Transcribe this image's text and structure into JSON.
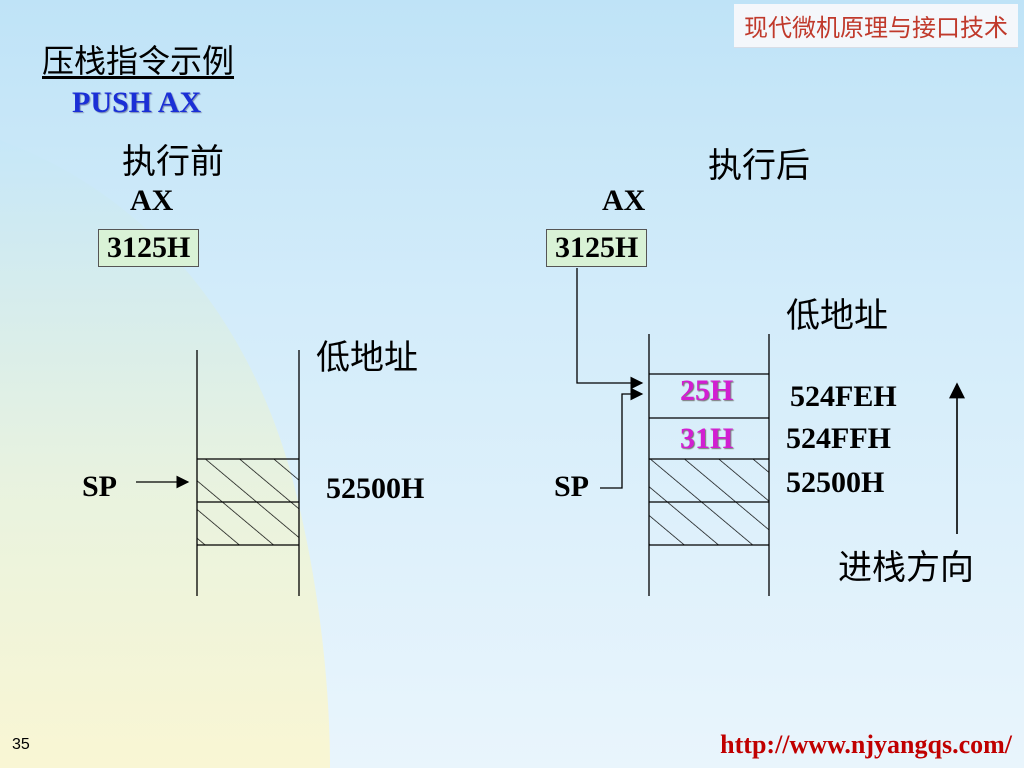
{
  "header": {
    "course_title": "现代微机原理与接口技术"
  },
  "slide": {
    "title": "压栈指令示例",
    "instruction": "PUSH  AX"
  },
  "before": {
    "label": "执行前",
    "register_name": "AX",
    "register_value": "3125H",
    "low_address_label": "低地址",
    "sp_label": "SP",
    "sp_address": "52500H"
  },
  "after": {
    "label": "执行后",
    "register_name": "AX",
    "register_value": "3125H",
    "low_address_label": "低地址",
    "cells": [
      "25H",
      "31H"
    ],
    "addresses": [
      "524FEH",
      "524FFH",
      "52500H"
    ],
    "sp_label": "SP",
    "direction_label": "进栈方向"
  },
  "footer": {
    "page_number": "35",
    "url": "http://www.njyangqs.com/"
  },
  "colors": {
    "instruction": "#1a2fd6",
    "cell_values": "#d21ed2",
    "register_box": "#d9f2d6",
    "url": "#c00000"
  }
}
